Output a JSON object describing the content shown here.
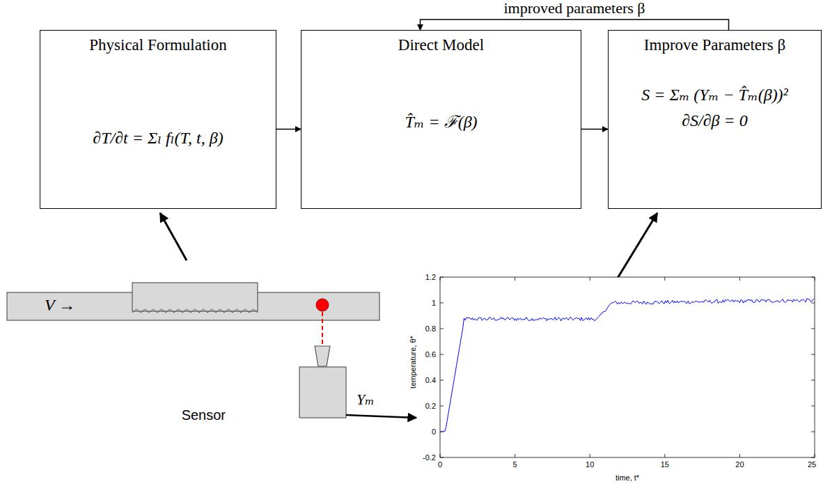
{
  "diagram": {
    "nodes": [
      {
        "text": [
          "Physical Formulation",
          "∂T/∂t = Σₗ fₗ(T, t, β)"
        ]
      },
      {
        "text": [
          "Direct Model",
          "T̂ₘ = ℱ(β)"
        ]
      },
      {
        "text": [
          "Improve Parameters β",
          "S = Σₘ (Yₘ − T̂ₘ(β))²",
          "∂S/∂β = 0"
        ]
      }
    ],
    "edges": [
      {
        "from": 0,
        "to": 1,
        "arrow": "to"
      },
      {
        "from": 1,
        "to": 2,
        "arrow": "to"
      },
      {
        "from": 2,
        "to": 1,
        "arrow": "to",
        "label": "improved parameters β"
      }
    ],
    "labels": [
      "V →",
      "Sensor",
      "Yₘ",
      "1.2",
      "1",
      "0.8",
      "0.6",
      "0.4",
      "0.2",
      "0",
      "-0.2",
      "0",
      "5",
      "10",
      "15",
      "20",
      "25",
      "temperature, θ*",
      "time, t*"
    ]
  }
}
